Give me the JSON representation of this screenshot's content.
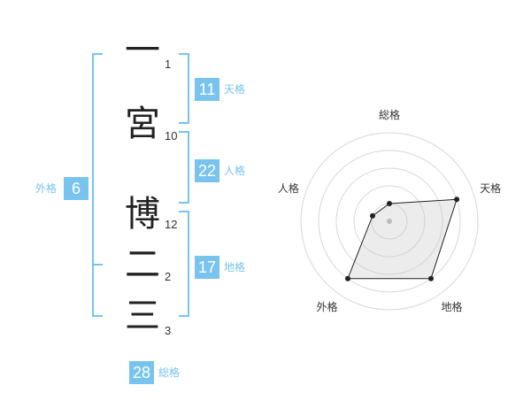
{
  "accent_color": "#78c4ee",
  "characters": [
    {
      "char": "一",
      "strokes": "1"
    },
    {
      "char": "宮",
      "strokes": "10"
    },
    {
      "char": "博",
      "strokes": "12"
    },
    {
      "char": "二",
      "strokes": "2"
    },
    {
      "char": "三",
      "strokes": "3"
    }
  ],
  "kakusu": {
    "tenkaku": {
      "value": "11",
      "label": "天格"
    },
    "jinkaku": {
      "value": "22",
      "label": "人格"
    },
    "chikaku": {
      "value": "17",
      "label": "地格"
    },
    "gaikaku": {
      "value": "6",
      "label": "外格"
    },
    "soukaku": {
      "value": "28",
      "label": "総格"
    }
  },
  "chart_data": {
    "type": "radar",
    "axes": [
      "総格",
      "天格",
      "地格",
      "外格",
      "人格"
    ],
    "levels": 5,
    "range": [
      0,
      5
    ],
    "values": [
      1,
      4,
      4,
      4,
      1
    ]
  }
}
